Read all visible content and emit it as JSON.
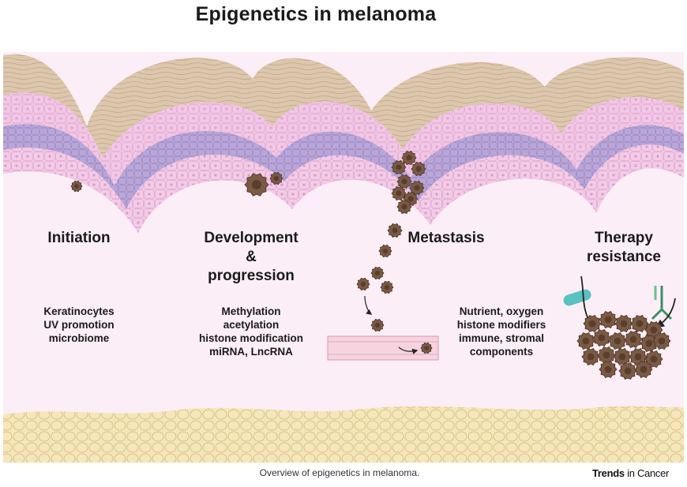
{
  "title": "Epigenetics in melanoma",
  "stages": {
    "initiation": {
      "label": "Initiation",
      "details": [
        "Keratinocytes",
        "UV promotion",
        "microbiome"
      ]
    },
    "development": {
      "label_lines": [
        "Development",
        "&",
        "progression"
      ],
      "details": [
        "Methylation",
        "acetylation",
        "histone modification",
        "miRNA, LncRNA"
      ]
    },
    "metastasis": {
      "label": "Metastasis",
      "details": [
        "Nutrient, oxygen",
        "histone modifiers",
        "immune, stromal",
        "components"
      ]
    },
    "therapy": {
      "label_lines": [
        "Therapy",
        "resistance"
      ]
    }
  },
  "caption": "Overview of epigenetics in melanoma.",
  "brand": {
    "bold": "Trends",
    "rest": " in Cancer"
  },
  "colors": {
    "dermis": "#fbeef6",
    "keratin": "#d9c3a8",
    "epidermis_pink": "#f0bfe2",
    "basal_purple": "#b7a3d6",
    "melanoma_cell": "#7a5a45",
    "fat": "#f3e3b0"
  }
}
